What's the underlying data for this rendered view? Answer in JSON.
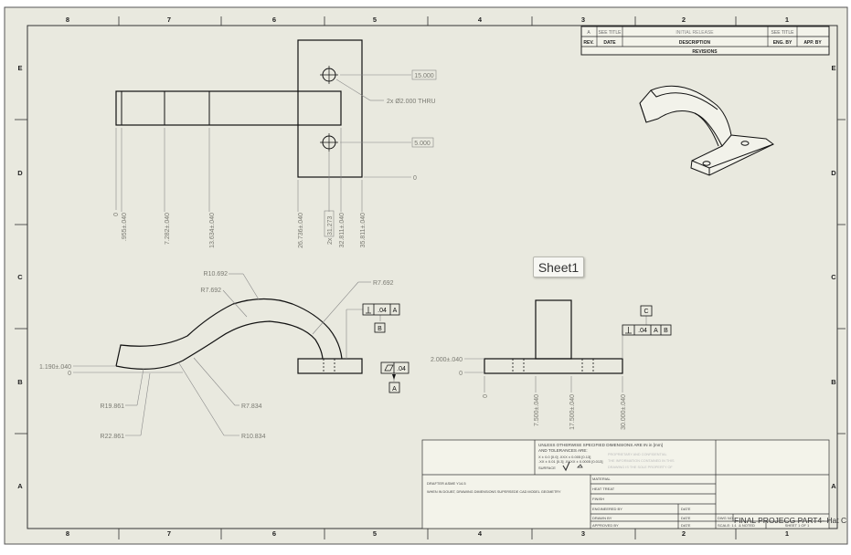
{
  "sheet_tooltip": "Sheet1",
  "zone_columns": [
    "8",
    "7",
    "6",
    "5",
    "4",
    "3",
    "2",
    "1"
  ],
  "zone_rows": [
    "E",
    "D",
    "C",
    "B",
    "A"
  ],
  "revisions": {
    "row1": [
      "A",
      "SEE TITLE",
      "INITIAL RELEASE",
      "SEE TITLE",
      ""
    ],
    "headers": [
      "REV.",
      "DATE",
      "DESCRIPTION",
      "ENG. BY",
      "APP. BY"
    ],
    "title": "REVISIONS"
  },
  "top_view": {
    "dim_15": "15.000",
    "dim_5": "5.000",
    "dim_0_right": "0",
    "hole_note": "2x Ø2.000 THRU",
    "ord_0": "0",
    "ord_1": ".955±.040",
    "ord_2": "7.282±.040",
    "ord_3": "13.634±.040",
    "ord_4": "26.736±.040",
    "ord_5": "31.273",
    "ord_5_prefix": "2x",
    "ord_6": "32.811±.040",
    "ord_7": "35.811±.040"
  },
  "front_view": {
    "r10692": "R10.692",
    "r7692a": "R7.692",
    "r7692b": "R7.692",
    "r1190": "1.190±.040",
    "zero": "0",
    "r19861": "R19.861",
    "r22861": "R22.861",
    "r7834": "R7.834",
    "r10834": "R10.834",
    "gdt_tol": ".04",
    "gdt_ref": "A",
    "datum_b": "B",
    "flat_tol": ".04",
    "datum_a": "A"
  },
  "side_view": {
    "dim_2000": "2.000±.040",
    "zero_left": "0",
    "zero_bottom": "0",
    "ord_1": "7.500±.040",
    "ord_2": "17.500±.040",
    "ord_3": "30.000±.040",
    "datum_c": "C",
    "gdt_tol": ".04",
    "gdt_a": "A",
    "gdt_b": "B"
  },
  "title_block": {
    "notes_l1": "UNLESS OTHERWISE SPECIFIED DIMENSIONS ARE IN in [mm]",
    "notes_l2": "AND TOLERANCES ARE:",
    "tol_1": "X  ± 0.0 [0.0]     .XXX ± 0.005 [0.13]",
    "tol_2": ".XX ± 0.01 [0.3]   .XXXX ± 0.0005 [0.013]",
    "surface": "SURFACE",
    "prop_1": "PROPRIETARY AND CONFIDENTIAL",
    "prop_2": "THE INFORMATION CONTAINED IN THIS",
    "prop_3": "DRAWING IS THE SOLE PROPERTY OF",
    "std_1": "DRAFTER ASME Y14.5",
    "std_2": "WHEN IN DOUBT, DRAWING DIMENSIONS SUPERSEDE CAD MODEL GEOMETRY",
    "material": "MATERIAL",
    "heat_treat": "HEAT TREAT",
    "finish": "FINISH",
    "engineered_by": "ENGINEERED BY",
    "drawn_by": "DRAWN BY",
    "approved_by": "APPROVED BY",
    "date": "DATE",
    "dwg_no": "DWG NO.",
    "title": "FINAL PROJECG PART4- Hat C",
    "scale": "SCALE: 1:1    & NOTED",
    "sheet": "SHEET 1 OF 1"
  }
}
